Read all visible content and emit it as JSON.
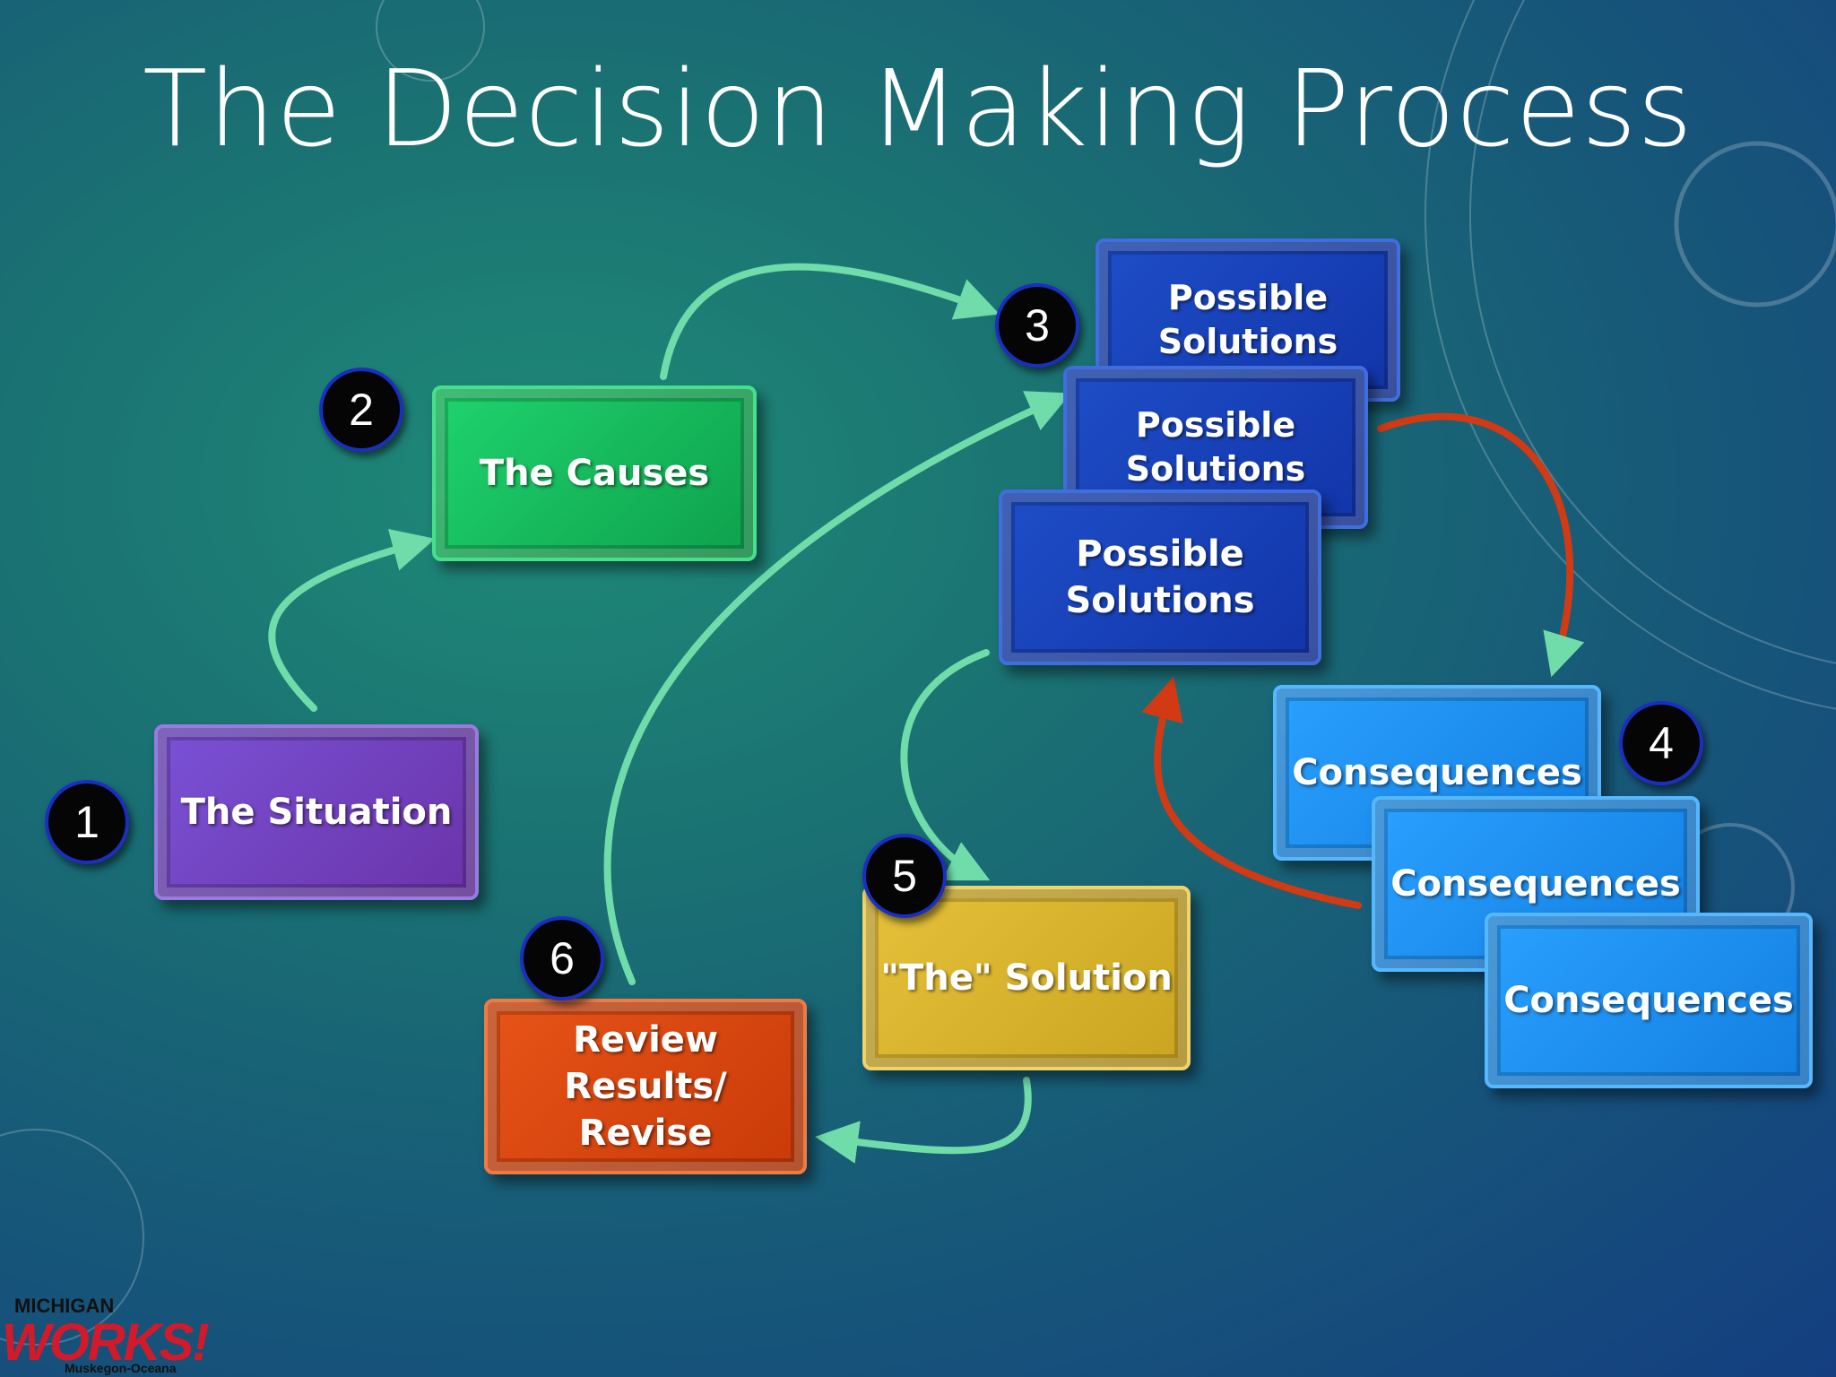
{
  "title": "The Decision Making Process",
  "boxes": {
    "situation": "The Situation",
    "causes": "The Causes",
    "solutions_1": "Possible Solutions",
    "solutions_2": "Possible Solutions",
    "solutions_3": "Possible Solutions",
    "consequences_1": "Consequences",
    "consequences_2": "Consequences",
    "consequences_3": "Consequences",
    "the_solution": "\"The\" Solution",
    "review": "Review Results/ Revise"
  },
  "steps": [
    "1",
    "2",
    "3",
    "4",
    "5",
    "6"
  ],
  "colors": {
    "flow_arrow": "#6fdcaa",
    "feedback_arrow": "#d23a14",
    "badge_ring": "#1a2fbf"
  },
  "logo": {
    "top": "MICHIGAN",
    "main": "WORKS!",
    "sub": "Muskegon-Oceana"
  }
}
